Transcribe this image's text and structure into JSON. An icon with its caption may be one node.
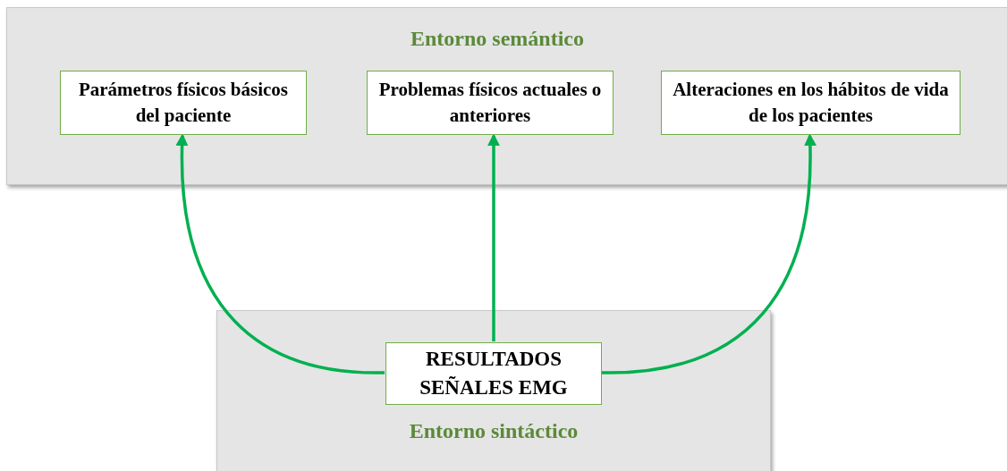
{
  "diagram": {
    "nodes": [
      {
        "text": [
          "Entorno semántico"
        ]
      },
      {
        "text": [
          "Parámetros físicos básicos del paciente"
        ],
        "in": 0
      },
      {
        "text": [
          "Problemas físicos actuales o anteriores"
        ],
        "in": 0
      },
      {
        "text": [
          "Alteraciones en los hábitos de vida de los pacientes"
        ],
        "in": 0
      },
      {
        "text": [
          "Entorno sintáctico"
        ]
      },
      {
        "text": [
          "RESULTADOS SEÑALES EMG"
        ],
        "in": 4
      }
    ],
    "edges": [
      {
        "from": 5,
        "to": 1,
        "arrow": "to"
      },
      {
        "from": 5,
        "to": 2,
        "arrow": "to"
      },
      {
        "from": 5,
        "to": 3,
        "arrow": "to"
      }
    ]
  }
}
